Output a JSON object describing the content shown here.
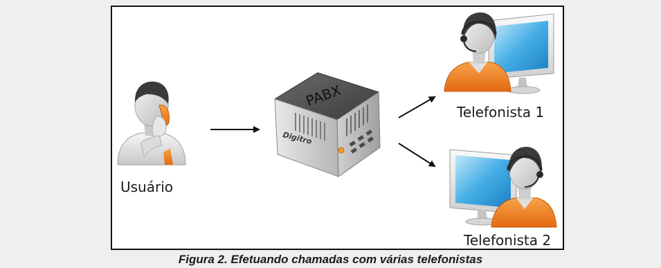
{
  "diagram": {
    "nodes": {
      "user": {
        "label": "Usuário",
        "icon": "caller-person-icon"
      },
      "pabx": {
        "label": "PABX",
        "brand": "Digitro",
        "icon": "pabx-server-icon"
      },
      "operator1": {
        "label": "Telefonista 1",
        "icon": "headset-operator-icon"
      },
      "operator2": {
        "label": "Telefonista 2",
        "icon": "headset-operator-icon"
      }
    },
    "edges": [
      {
        "from": "user",
        "to": "pabx"
      },
      {
        "from": "pabx",
        "to": "operator1"
      },
      {
        "from": "pabx",
        "to": "operator2"
      }
    ]
  },
  "colors": {
    "accent": "#f07d1e",
    "skin": "#d9d9d9",
    "hair": "#3a3a3a",
    "screen": "#3fa9e0"
  },
  "caption": "Figura 2. Efetuando chamadas com várias telefonistas"
}
